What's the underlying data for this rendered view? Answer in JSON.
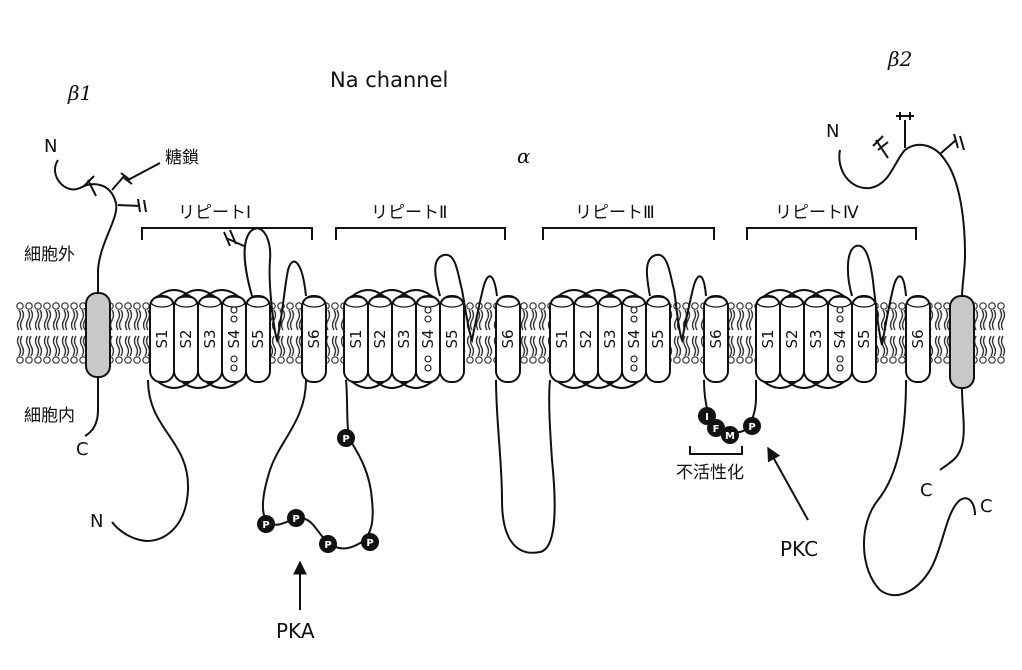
{
  "title": "Na channel",
  "alpha_label": "α",
  "beta1": {
    "label": "β1",
    "n_terminus": "N",
    "c_terminus": "C",
    "sugar_chain_label": "糖鎖"
  },
  "beta2": {
    "label": "β2",
    "n_terminus": "N",
    "c_terminus": "C"
  },
  "alpha_terminals": {
    "n_terminus": "N",
    "c_terminus": "C"
  },
  "regions": {
    "extracellular": "細胞外",
    "intracellular": "細胞内"
  },
  "repeats": [
    {
      "label": "リピートⅠ",
      "segments": [
        "S1",
        "S2",
        "S3",
        "S4",
        "S5",
        "S6"
      ]
    },
    {
      "label": "リピートⅡ",
      "segments": [
        "S1",
        "S2",
        "S3",
        "S4",
        "S5",
        "S6"
      ]
    },
    {
      "label": "リピートⅢ",
      "segments": [
        "S1",
        "S2",
        "S3",
        "S4",
        "S5",
        "S6"
      ]
    },
    {
      "label": "リピートⅣ",
      "segments": [
        "S1",
        "S2",
        "S3",
        "S4",
        "S5",
        "S6"
      ]
    }
  ],
  "inactivation": {
    "label": "不活性化",
    "motif": [
      "I",
      "F",
      "M"
    ]
  },
  "phospho_label": "P",
  "kinases": {
    "pka": "PKA",
    "pkc": "PKC"
  }
}
